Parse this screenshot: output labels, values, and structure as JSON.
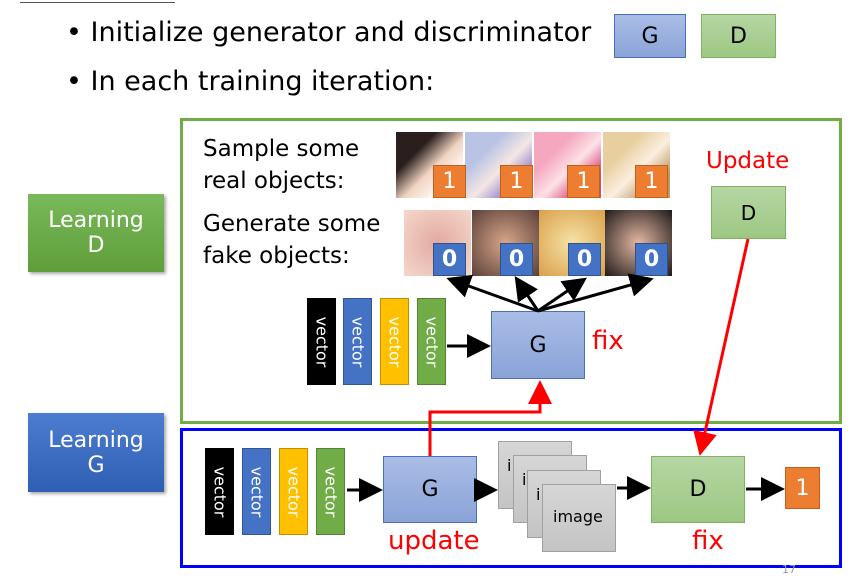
{
  "bullets": [
    "Initialize generator and discriminator",
    "In each training iteration:"
  ],
  "header_boxes": {
    "g": "G",
    "d": "D"
  },
  "learning_d": {
    "line1": "Learning",
    "line2": "D"
  },
  "learning_g": {
    "line1": "Learning",
    "line2": "G"
  },
  "real": {
    "text1": "Sample some",
    "text2": "real objects:",
    "labels": [
      "1",
      "1",
      "1",
      "1"
    ]
  },
  "fake": {
    "text1": "Generate some",
    "text2": "fake objects:",
    "labels": [
      "0",
      "0",
      "0",
      "0"
    ]
  },
  "vector_label": "vector",
  "top": {
    "g": "G",
    "fix": "fix",
    "update": "Update",
    "d": "D"
  },
  "bottom": {
    "g": "G",
    "update": "update",
    "image_label": "image",
    "image_partial": "i",
    "d": "D",
    "fix": "fix",
    "output": "1"
  },
  "page_number": "17",
  "colors": {
    "green": "#70ad47",
    "blue": "#0000ff",
    "orange": "#ed7d31",
    "vector_colors": [
      "#000000",
      "#4472c4",
      "#ffc000",
      "#70ad47"
    ]
  }
}
